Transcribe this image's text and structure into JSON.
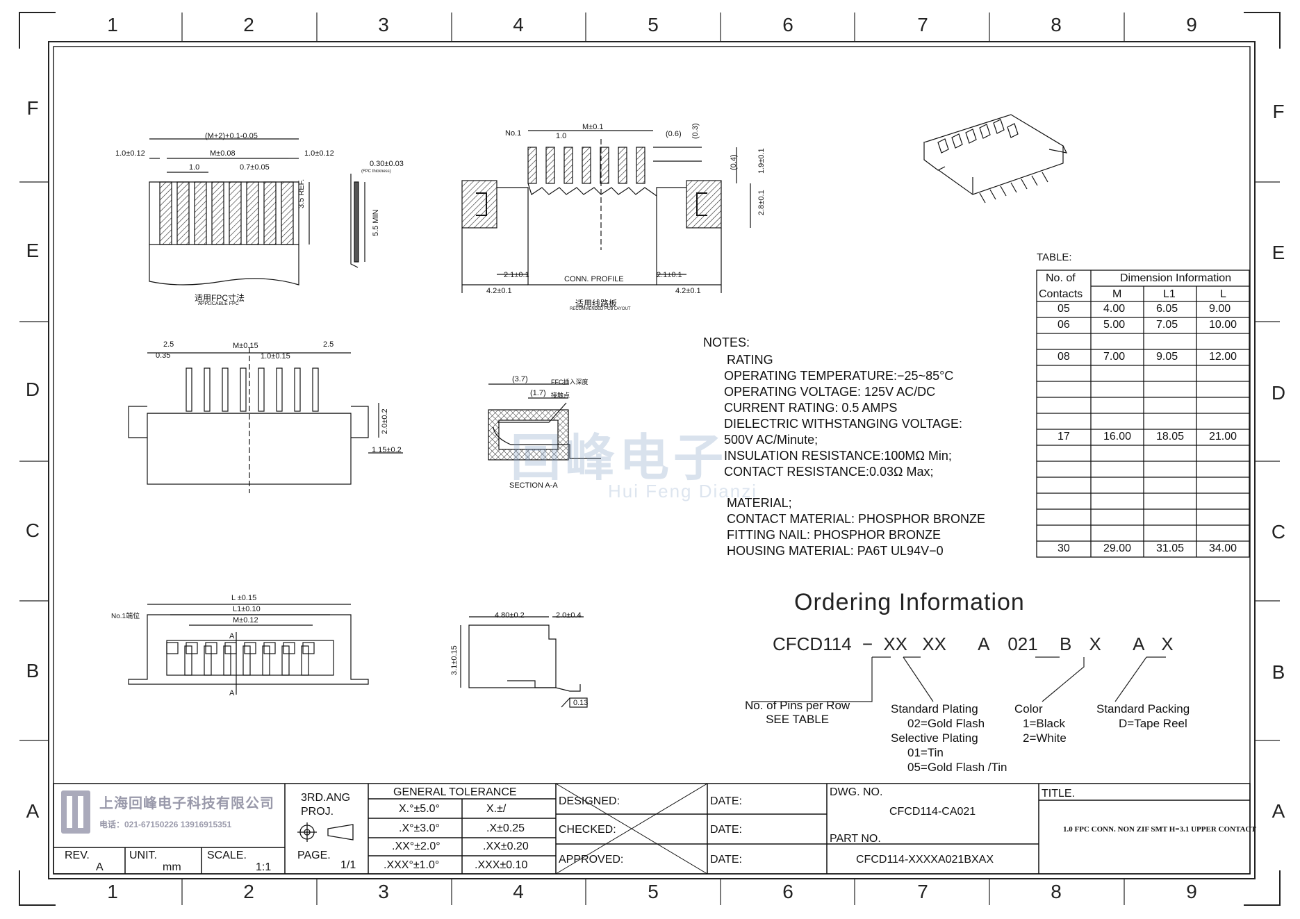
{
  "frame": {
    "columns": [
      "1",
      "2",
      "3",
      "4",
      "5",
      "6",
      "7",
      "8",
      "9"
    ],
    "rows": [
      "F",
      "E",
      "D",
      "C",
      "B",
      "A"
    ]
  },
  "views": {
    "fpc": {
      "dim_top": "(M+2)+0.1-0.05",
      "left_margin": "1.0±0.12",
      "pitch_span": "M±0.08",
      "right_margin": "1.0±0.12",
      "pitch": "1.0",
      "contact_width": "0.7±0.05",
      "length": "3.5 REF.",
      "caption_cn": "适用FPC寸法",
      "caption_en": "APPLICABLE FPC"
    },
    "fpc_side": {
      "thickness": "0.30±0.03",
      "thickness_note": "(FPC thickness)",
      "min_len": "5.5 MIN"
    },
    "pcb": {
      "no1": "No.1",
      "span": "M±0.1",
      "pitch": "1.0",
      "d06": "(0.6)",
      "d03": "(0.3)",
      "d04": "(0.4)",
      "d19": "1.9±0.1",
      "d28": "2.8±0.1",
      "d21a": "2.1±0.1",
      "d21b": "2.1±0.1",
      "d42a": "4.2±0.1",
      "d42b": "4.2±0.1",
      "conn_profile": "CONN. PROFILE",
      "caption_cn": "适用线路板",
      "caption_en": "RECOMMENDED PCB LAYOUT"
    },
    "front": {
      "d25a": "2.5",
      "d035": "0.35",
      "span": "M±0.15",
      "d25b": "2.5",
      "pitch": "1.0±0.15",
      "d20": "2.0±0.2",
      "d115": "1.15±0.2"
    },
    "section": {
      "d37": "(3.7)",
      "d17": "(1.7)",
      "ffc_note": "FFC插入深度",
      "lock_note": "接触点",
      "caption": "SECTION A-A"
    },
    "top": {
      "no1": "No.1端位",
      "L": "L ±0.15",
      "L1": "L1±0.10",
      "M": "M±0.12",
      "cut_a": "A",
      "cut_b": "A"
    },
    "side": {
      "w": "4.80±0.2",
      "w2": "2.0±0.4",
      "h": "3.1±0.15",
      "flat": "0.13"
    }
  },
  "watermark": {
    "cn": "回峰电子",
    "en": "Hui Feng Dianzi"
  },
  "notes": {
    "heading": "NOTES:",
    "rating": [
      "RATING",
      "OPERATING TEMPERATURE:−25~85°C",
      "OPERATING VOLTAGE: 125V AC/DC",
      "CURRENT RATING: 0.5 AMPS",
      "DIELECTRIC WITHSTANGING VOLTAGE:",
      "500V AC/Minute;",
      "INSULATION RESISTANCE:100MΩ Min;",
      "CONTACT RESISTANCE:0.03Ω Max;"
    ],
    "material": [
      "MATERIAL;",
      "CONTACT MATERIAL: PHOSPHOR BRONZE",
      "FITTING NAIL: PHOSPHOR BRONZE",
      "HOUSING MATERIAL: PA6T UL94V−0"
    ]
  },
  "table": {
    "label": "TABLE:",
    "header_contacts_1": "No. of",
    "header_contacts_2": "Contacts",
    "header_dim": "Dimension Information",
    "cols": [
      "M",
      "L1",
      "L"
    ],
    "rows": [
      [
        "05",
        "4.00",
        "6.05",
        "9.00"
      ],
      [
        "06",
        "5.00",
        "7.05",
        "10.00"
      ],
      [
        "",
        "",
        "",
        ""
      ],
      [
        "08",
        "7.00",
        "9.05",
        "12.00"
      ],
      [
        "",
        "",
        "",
        ""
      ],
      [
        "",
        "",
        "",
        ""
      ],
      [
        "",
        "",
        "",
        ""
      ],
      [
        "",
        "",
        "",
        ""
      ],
      [
        "17",
        "16.00",
        "18.05",
        "21.00"
      ],
      [
        "",
        "",
        "",
        ""
      ],
      [
        "",
        "",
        "",
        ""
      ],
      [
        "",
        "",
        "",
        ""
      ],
      [
        "",
        "",
        "",
        ""
      ],
      [
        "",
        "",
        "",
        ""
      ],
      [
        "",
        "",
        "",
        ""
      ],
      [
        "30",
        "29.00",
        "31.05",
        "34.00"
      ]
    ]
  },
  "ordering": {
    "title": "Ordering Information",
    "code": [
      "CFCD114",
      "−",
      "XX",
      "XX",
      "A",
      "021",
      "B",
      "X",
      "A",
      "X"
    ],
    "pins": [
      "No. of Pins per Row",
      "SEE TABLE"
    ],
    "plating": [
      "Standard Plating",
      "02=Gold Flash",
      "Selective Plating",
      "01=Tin",
      "05=Gold Flash /Tin"
    ],
    "color": [
      "Color",
      "1=Black",
      "2=White"
    ],
    "packing": [
      "Standard Packing",
      "D=Tape Reel"
    ]
  },
  "title_block": {
    "company": "上海回峰电子科技有限公司",
    "phone": "电话：021-67150226  13916915351",
    "projection": [
      "3RD.ANG",
      "PROJ."
    ],
    "tol_title": "GENERAL TOLERANCE",
    "tol": [
      [
        "X.°±5.0°",
        "X.±/"
      ],
      [
        ".X°±3.0°",
        ".X±0.25"
      ],
      [
        ".XX°±2.0°",
        ".XX±0.20"
      ],
      [
        ".XXX°±1.0°",
        ".XXX±0.10"
      ]
    ],
    "designed": "DESIGNED:",
    "checked": "CHECKED:",
    "approved": "APPROVED:",
    "date": "DATE:",
    "dwg_label": "DWG. NO.",
    "dwg_no": "CFCD114-CA021",
    "part_label": "PART NO.",
    "part_no": "CFCD114-XXXXA021BXAX",
    "title_label": "TITLE.",
    "title_text": "1.0 FPC CONN. NON ZIF SMT  H=3.1 UPPER CONTACT",
    "rev_label": "REV.",
    "rev": "A",
    "unit_label": "UNIT.",
    "unit": "mm",
    "scale_label": "SCALE.",
    "scale": "1:1",
    "page_label": "PAGE.",
    "page": "1/1"
  }
}
